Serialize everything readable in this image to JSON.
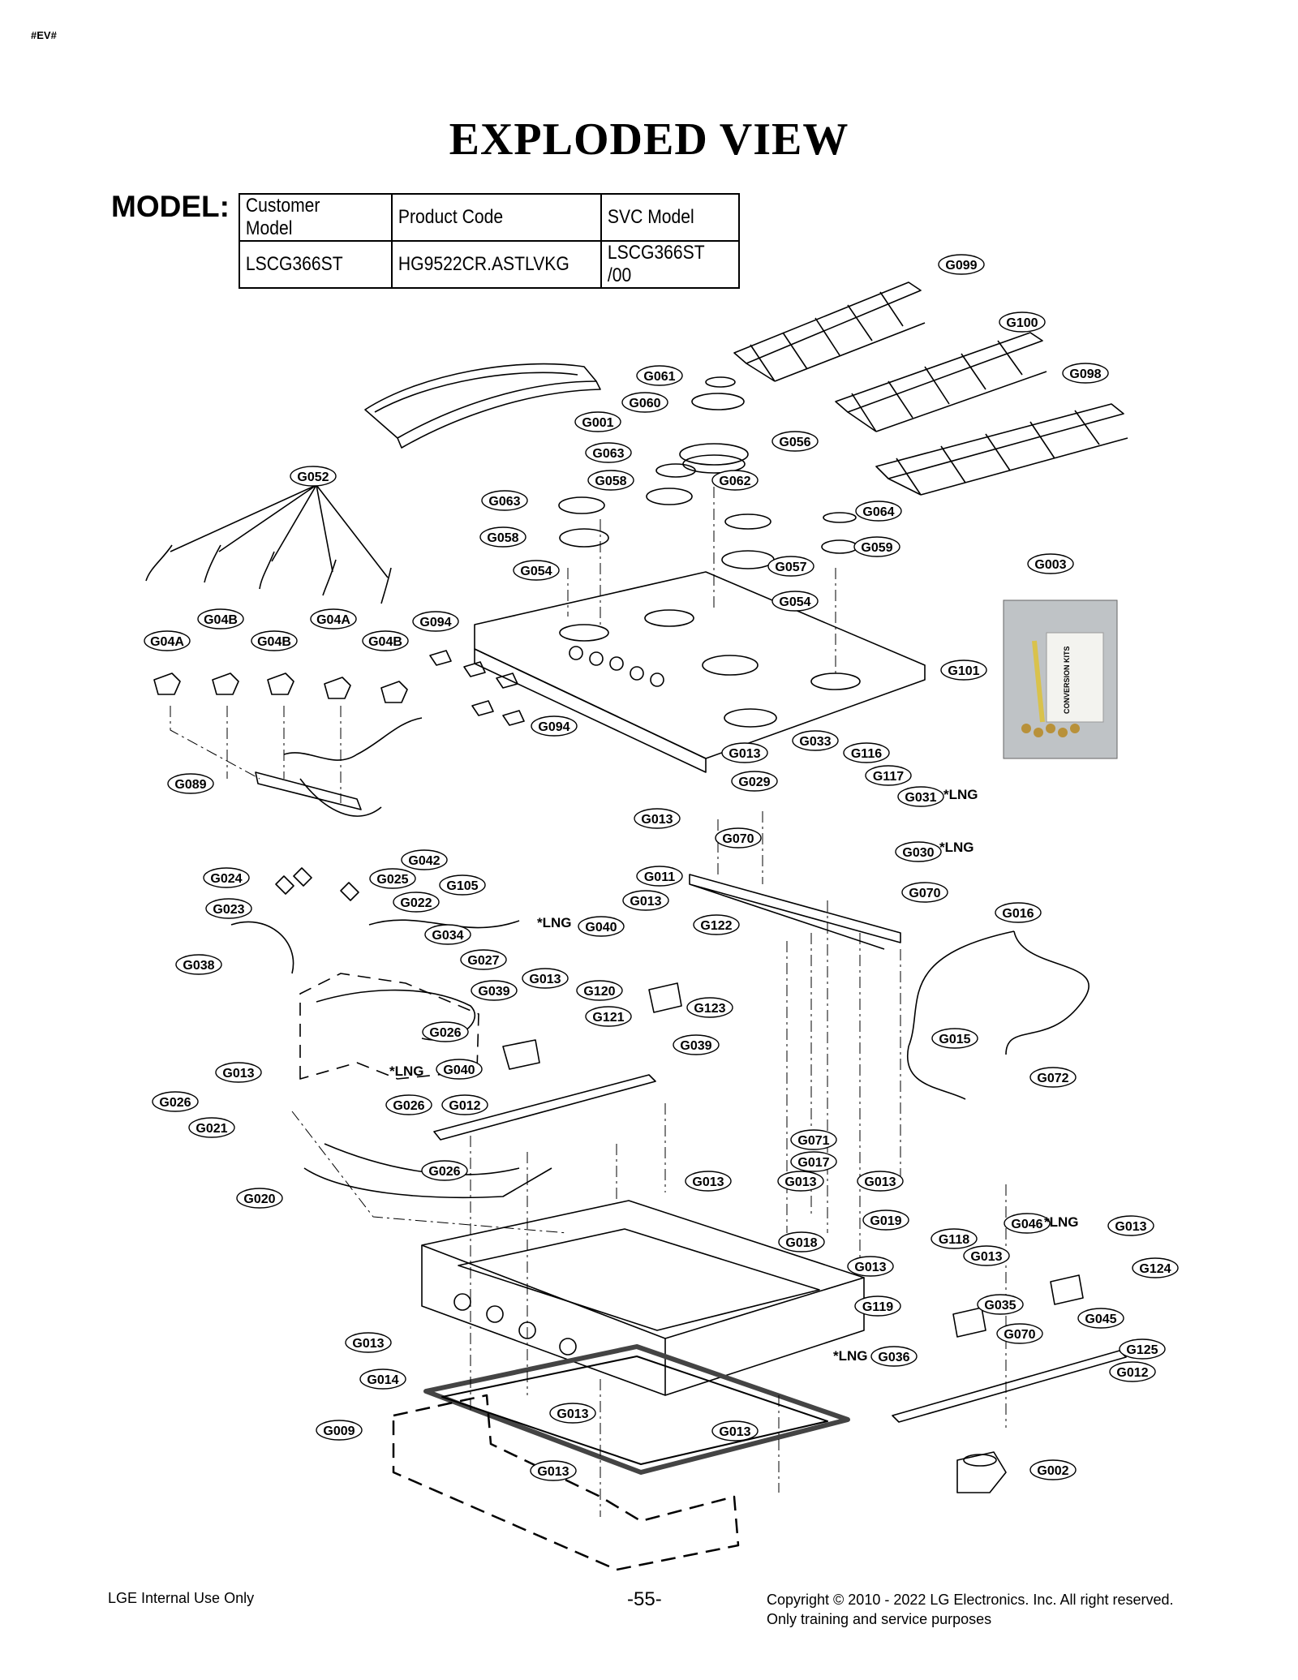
{
  "doc_tag": "#EV#",
  "title": "EXPLODED VIEW",
  "model_label": "MODEL:",
  "model_table": {
    "headers": [
      "Customer Model",
      "Product Code",
      "SVC Model"
    ],
    "row": [
      "LSCG366ST",
      "HG9522CR.ASTLVKG",
      "LSCG366ST /00"
    ]
  },
  "callouts": [
    "G099",
    "G100",
    "G098",
    "G061",
    "G060",
    "G001",
    "G056",
    "G063",
    "G058",
    "G062",
    "G052",
    "G063",
    "G064",
    "G058",
    "G059",
    "G054",
    "G057",
    "G003",
    "G054",
    "G04B",
    "G04A",
    "G094",
    "G04A",
    "G04B",
    "G04B",
    "G101",
    "G094",
    "G033",
    "G013",
    "G116",
    "G117",
    "G089",
    "G029",
    "G031",
    "G013",
    "G070",
    "G030",
    "G042",
    "G011",
    "G024",
    "G025",
    "G105",
    "G070",
    "G022",
    "G013",
    "G023",
    "G016",
    "G040",
    "G122",
    "G034",
    "G038",
    "G027",
    "G013",
    "G039",
    "G120",
    "G123",
    "G121",
    "G026",
    "G015",
    "G039",
    "G013",
    "G040",
    "G072",
    "G026",
    "G026",
    "G012",
    "G021",
    "G071",
    "G017",
    "G026",
    "G013",
    "G013",
    "G013",
    "G020",
    "G019",
    "G046",
    "G013",
    "G118",
    "G018",
    "G013",
    "G124",
    "G013",
    "G119",
    "G035",
    "G045",
    "G070",
    "G125",
    "G013",
    "G036",
    "G014",
    "G012",
    "G013",
    "G009",
    "G013",
    "G002",
    "G013"
  ],
  "lng_note": "*LNG",
  "kit_label": "CONVERSION KITS",
  "footer": {
    "left": "LGE Internal Use Only",
    "page": "-55-",
    "right_line1": "Copyright © 2010 - 2022 LG Electronics. Inc. All right reserved.",
    "right_line2": "Only training and service purposes"
  }
}
